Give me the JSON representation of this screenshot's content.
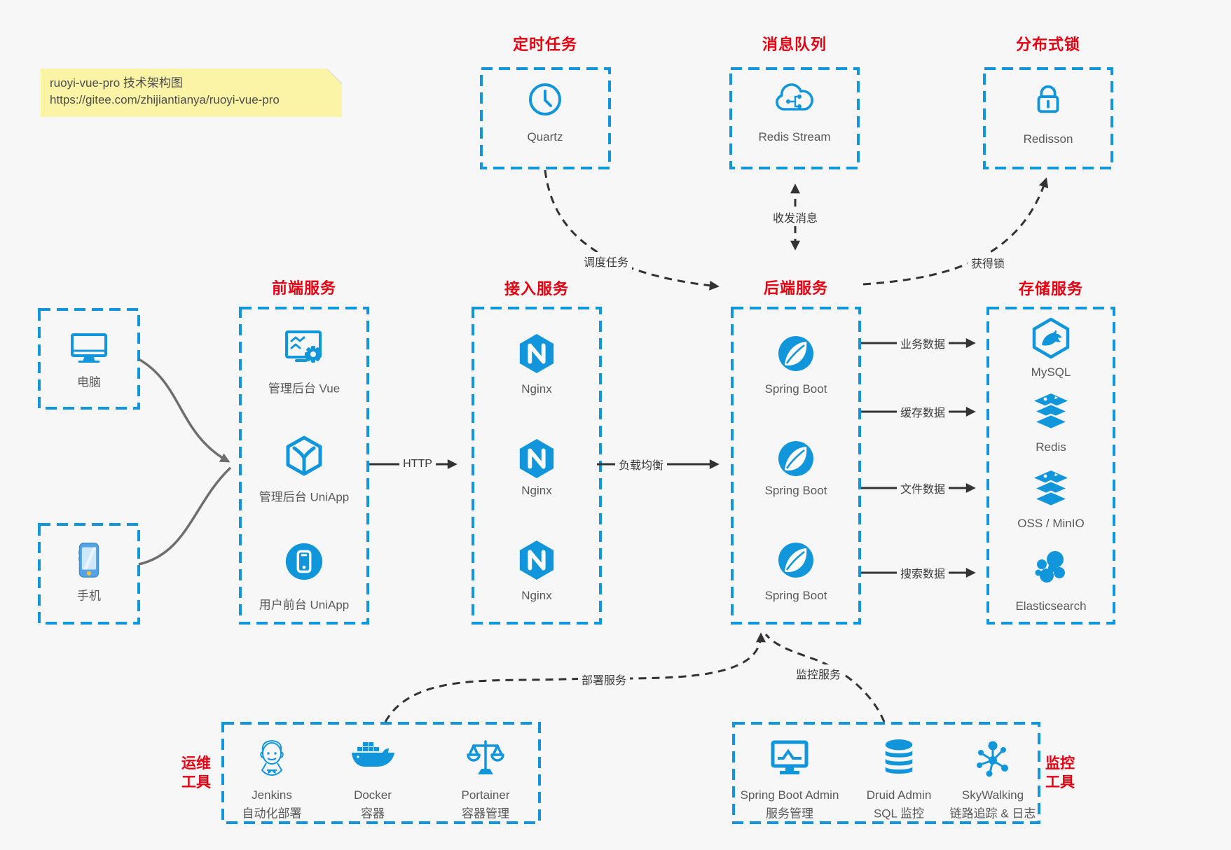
{
  "note": {
    "line1": "ruoyi-vue-pro 技术架构图",
    "line2": "https://gitee.com/zhijiantianya/ruoyi-vue-pro"
  },
  "colors": {
    "accent_blue": "#1296db",
    "title_red": "#e60012",
    "note_yellow": "#fbf4a6",
    "label_gray": "#595959",
    "arrow_black": "#333333",
    "arrow_gray": "#6e6e6e",
    "background": "#f7f7f8"
  },
  "top_groups": [
    {
      "title": "定时任务",
      "item": {
        "label": "Quartz",
        "icon": "clock-icon"
      }
    },
    {
      "title": "消息队列",
      "item": {
        "label": "Redis Stream",
        "icon": "cloud-network-icon"
      }
    },
    {
      "title": "分布式锁",
      "item": {
        "label": "Redisson",
        "icon": "lock-icon"
      }
    }
  ],
  "clients": [
    {
      "label": "电脑",
      "icon": "desktop-icon"
    },
    {
      "label": "手机",
      "icon": "smartphone-icon"
    }
  ],
  "columns": [
    {
      "title": "前端服务",
      "items": [
        {
          "label": "管理后台 Vue",
          "icon": "admin-vue-icon"
        },
        {
          "label": "管理后台 UniApp",
          "icon": "uniapp-cube-icon"
        },
        {
          "label": "用户前台 UniApp",
          "icon": "uniapp-app-icon"
        }
      ]
    },
    {
      "title": "接入服务",
      "items": [
        {
          "label": "Nginx",
          "icon": "nginx-icon"
        },
        {
          "label": "Nginx",
          "icon": "nginx-icon"
        },
        {
          "label": "Nginx",
          "icon": "nginx-icon"
        }
      ]
    },
    {
      "title": "后端服务",
      "items": [
        {
          "label": "Spring Boot",
          "icon": "spring-boot-icon"
        },
        {
          "label": "Spring Boot",
          "icon": "spring-boot-icon"
        },
        {
          "label": "Spring Boot",
          "icon": "spring-boot-icon"
        }
      ]
    },
    {
      "title": "存储服务",
      "items": [
        {
          "label": "MySQL",
          "icon": "mysql-icon"
        },
        {
          "label": "Redis",
          "icon": "redis-icon"
        },
        {
          "label": "OSS / MinIO",
          "icon": "oss-minio-icon"
        },
        {
          "label": "Elasticsearch",
          "icon": "elasticsearch-icon"
        }
      ]
    }
  ],
  "edges": {
    "http": "HTTP",
    "load_balance": "负载均衡",
    "schedule": "调度任务",
    "messages": "收发消息",
    "acquire_lock": "获得锁",
    "deploy": "部署服务",
    "monitor": "监控服务",
    "data": [
      "业务数据",
      "缓存数据",
      "文件数据",
      "搜索数据"
    ]
  },
  "bottom_groups": [
    {
      "title_line1": "运维",
      "title_line2": "工具",
      "items": [
        {
          "name": "Jenkins",
          "desc": "自动化部署",
          "icon": "jenkins-icon"
        },
        {
          "name": "Docker",
          "desc": "容器",
          "icon": "docker-icon"
        },
        {
          "name": "Portainer",
          "desc": "容器管理",
          "icon": "portainer-icon"
        }
      ]
    },
    {
      "title_line1": "监控",
      "title_line2": "工具",
      "items": [
        {
          "name": "Spring Boot Admin",
          "desc": "服务管理",
          "icon": "spring-boot-admin-icon"
        },
        {
          "name": "Druid Admin",
          "desc": "SQL 监控",
          "icon": "druid-icon"
        },
        {
          "name": "SkyWalking",
          "desc": "链路追踪 & 日志",
          "icon": "skywalking-icon"
        }
      ]
    }
  ]
}
